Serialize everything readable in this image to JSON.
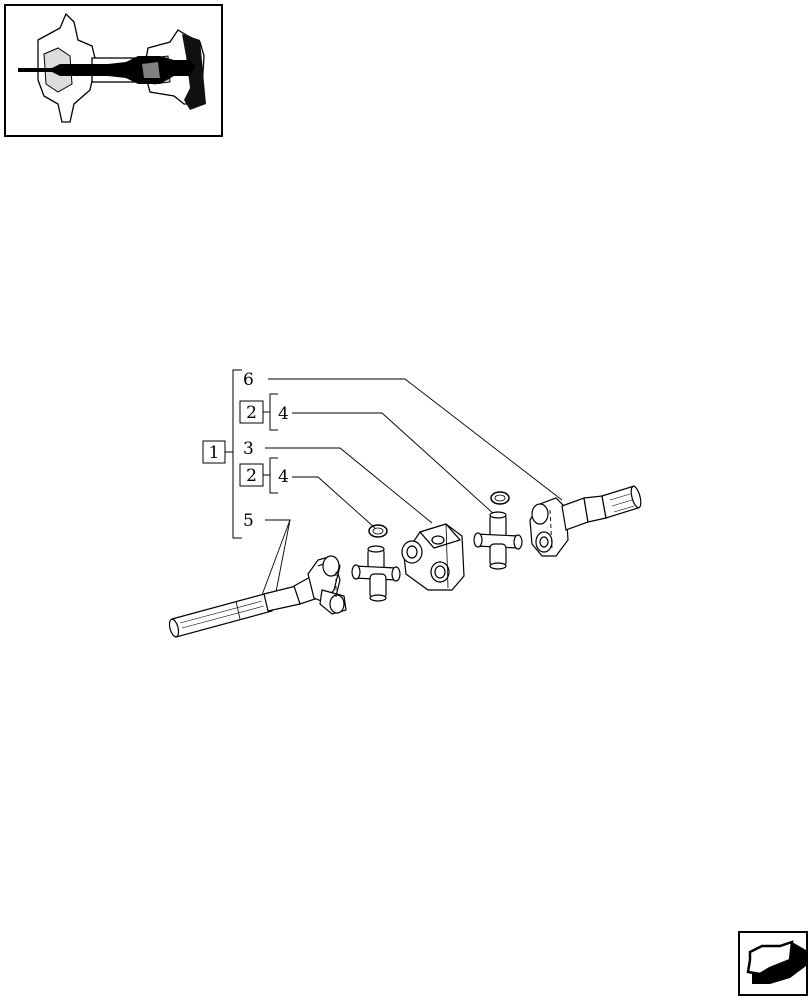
{
  "labels": {
    "item_1": "1",
    "item_2_upper": "2",
    "item_2_lower": "2",
    "item_3": "3",
    "item_4_upper": "4",
    "item_4_lower": "4",
    "item_5": "5",
    "item_6": "6"
  },
  "icons": {
    "thumbnail": "axle-assembly-thumbnail-icon",
    "nav": "next-page-arrow-icon"
  }
}
